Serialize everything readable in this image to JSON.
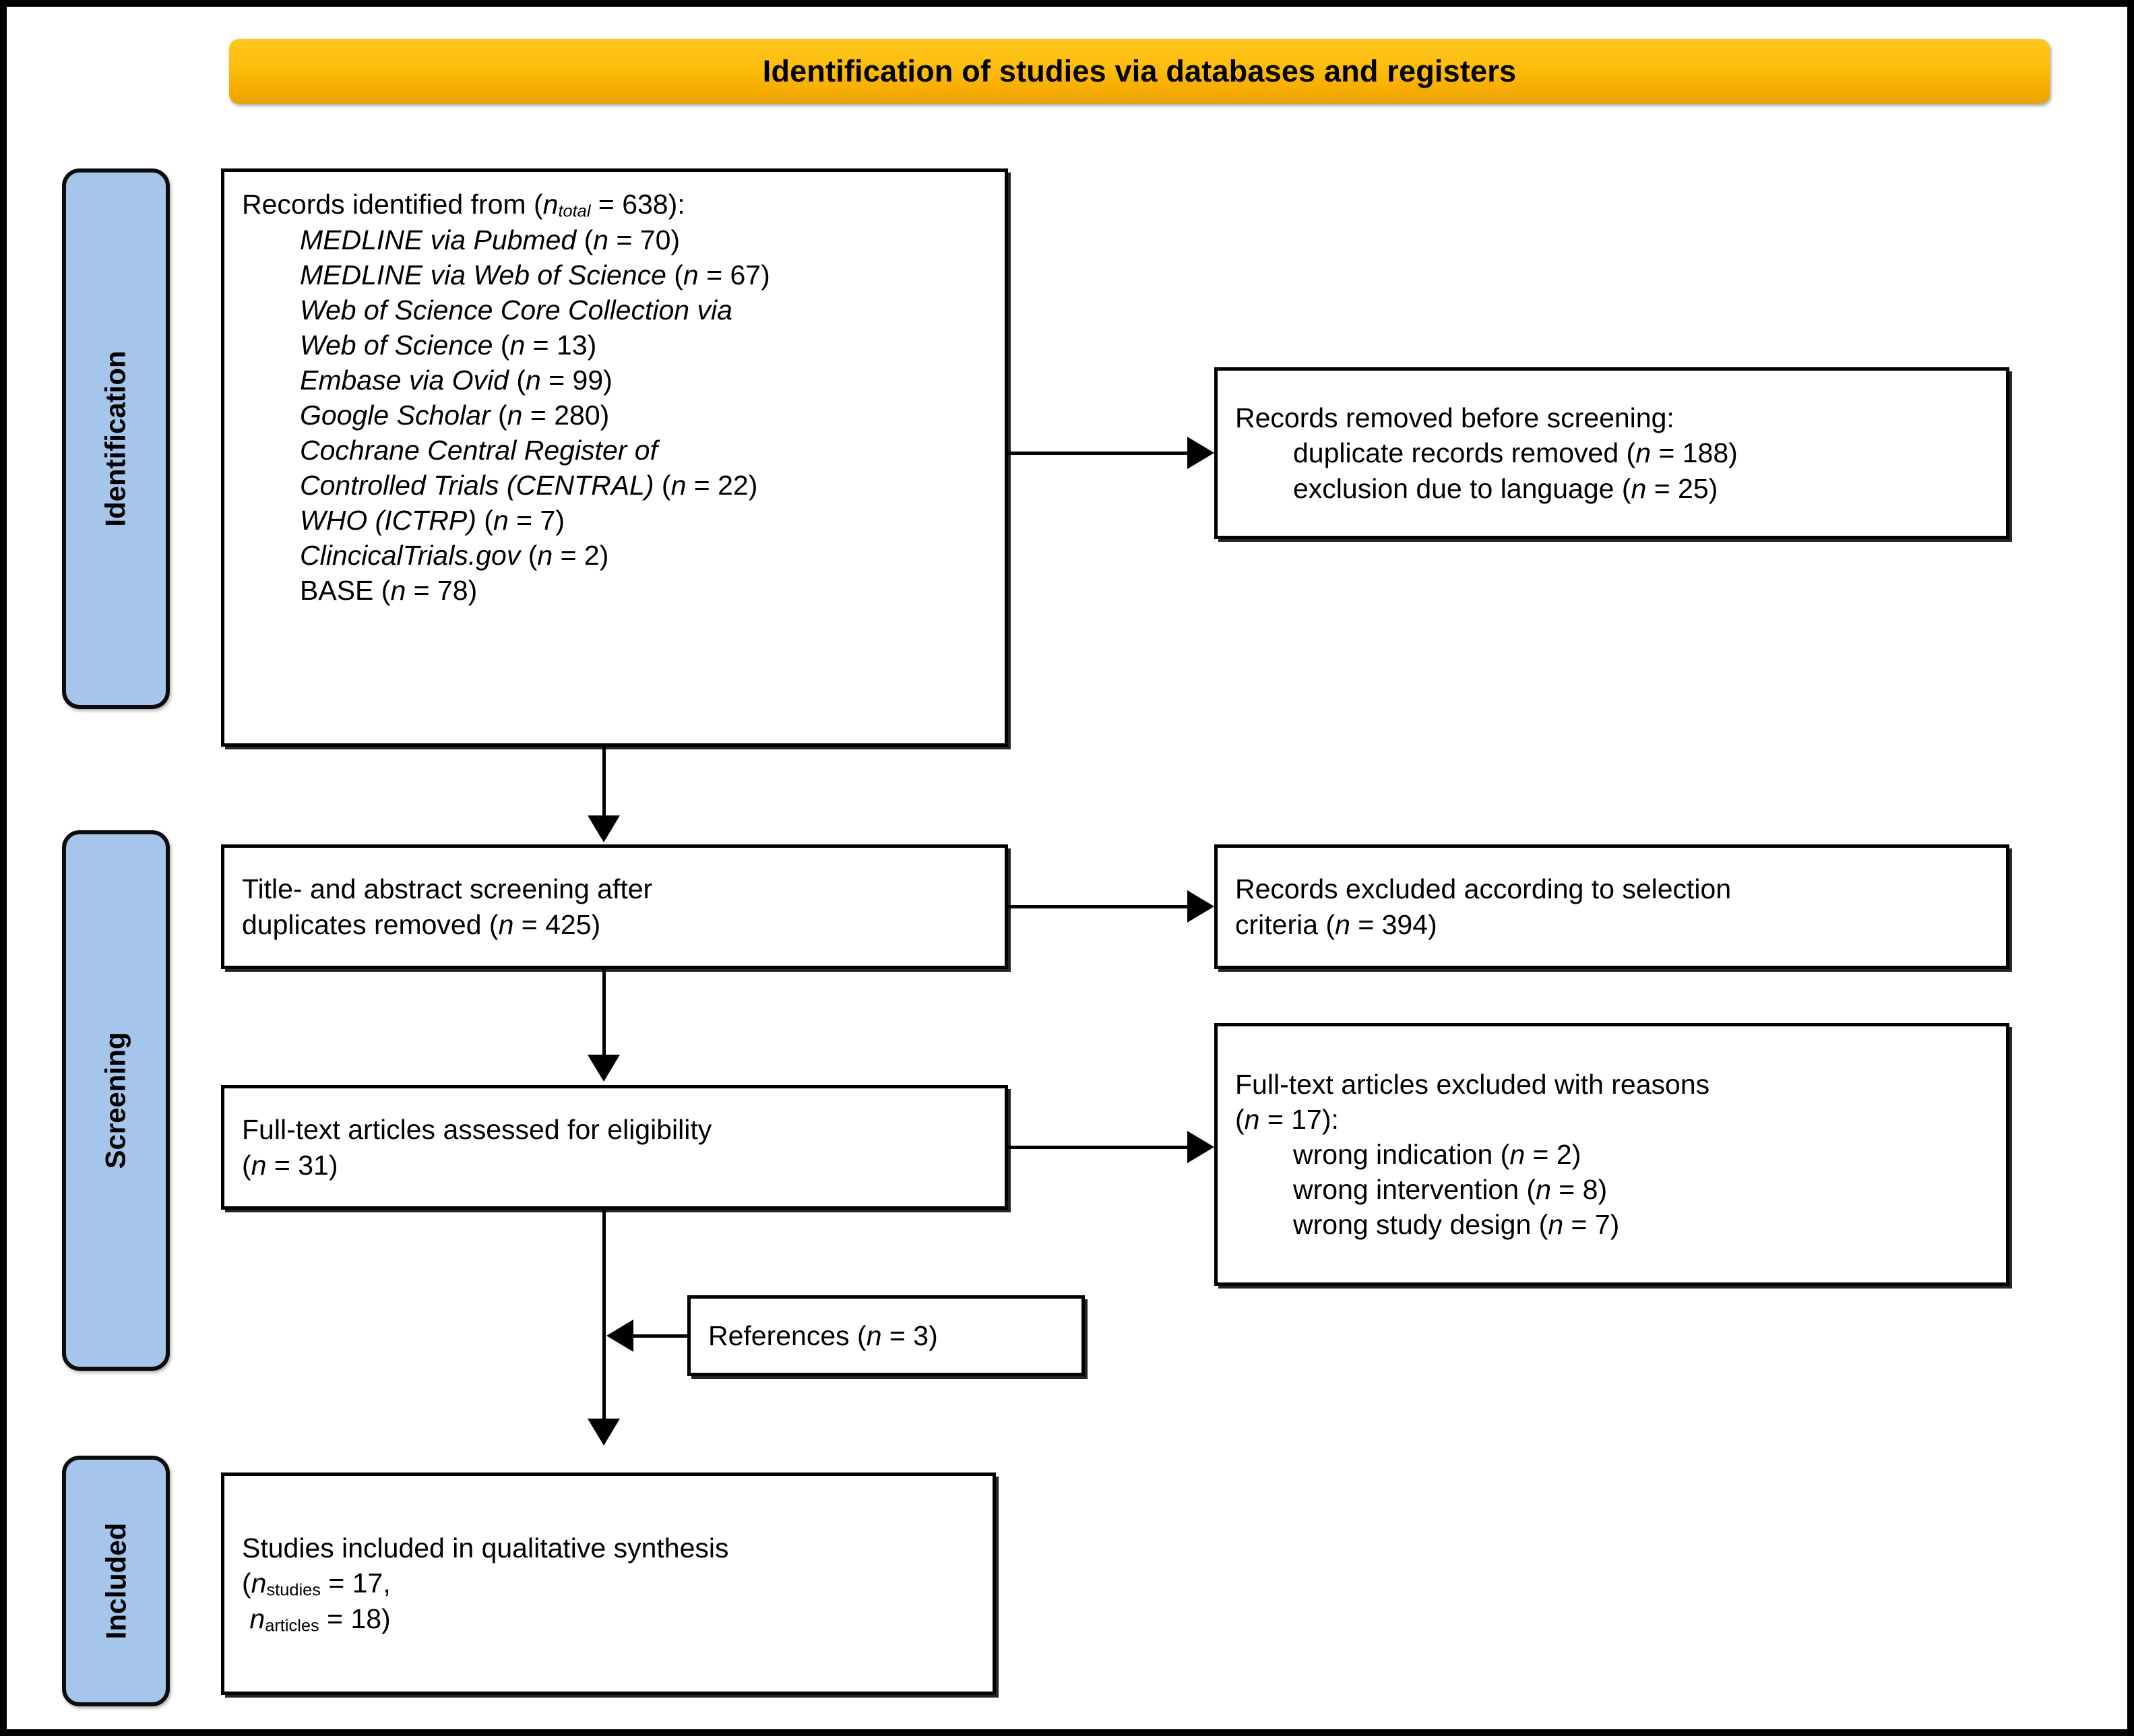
{
  "banner": {
    "title": "Identification of studies via databases and registers"
  },
  "stages": [
    {
      "label": "Identification"
    },
    {
      "label": "Screening"
    },
    {
      "label": "Included"
    }
  ],
  "colors": {
    "banner_fill": "#FDBD0C",
    "stage_fill": "#A5C6EA",
    "border": "#000000",
    "background": "#FFFFFF"
  },
  "boxes": {
    "identified": {
      "heading_prefix": "Records identified from (",
      "heading_n": "n",
      "heading_sub": "total",
      "heading_eq": " = 638):",
      "sources": [
        {
          "name": "MEDLINE",
          "via": " via ",
          "via_name": "Pubmed",
          "n": "70",
          "italic": true
        },
        {
          "name": "MEDLINE",
          "via": " via ",
          "via_name": "Web of Science",
          "n": "67",
          "italic": true
        },
        {
          "name": "Web of Science Core Collection via",
          "via": "",
          "via_name": "",
          "n": "",
          "italic": true
        },
        {
          "name": "Web of Science",
          "via": "",
          "via_name": "",
          "n": "13",
          "italic": true
        },
        {
          "name": "Embase",
          "via": " via ",
          "via_name": "Ovid",
          "n": "99",
          "italic": true
        },
        {
          "name": "Google Scholar",
          "via": "",
          "via_name": "",
          "n": "280",
          "italic": true
        },
        {
          "name": "Cochrane Central Register of",
          "via": "",
          "via_name": "",
          "n": "",
          "italic": true
        },
        {
          "name": "Controlled Trials (CENTRAL)",
          "via": "",
          "via_name": "",
          "n": "22",
          "italic": true
        },
        {
          "name": "WHO (ICTRP)",
          "via": "",
          "via_name": "",
          "n": "7",
          "italic": true
        },
        {
          "name": "ClincicalTrials.gov",
          "via": "",
          "via_name": "",
          "n": "2",
          "italic": true
        },
        {
          "name": "BASE",
          "via": "",
          "via_name": "",
          "n": "78",
          "italic": false
        }
      ]
    },
    "removed": {
      "heading": "Records removed before screening:",
      "items": [
        {
          "text": "duplicate records removed (",
          "n": "188"
        },
        {
          "text": "exclusion due to language (",
          "n": "25"
        }
      ]
    },
    "title_abstract": {
      "line1": "Title- and abstract screening after",
      "line2": "duplicates removed (",
      "n": "425"
    },
    "excluded_selection": {
      "line1": "Records excluded according to selection",
      "line2": "criteria (",
      "n": "394"
    },
    "fulltext_assessed": {
      "line1": "Full-text articles assessed for eligibility",
      "line2_prefix": "(",
      "n": "31"
    },
    "fulltext_excluded": {
      "line1": "Full-text articles excluded with reasons",
      "line2_prefix": "(",
      "n": "17",
      "line2_suffix": "):",
      "reasons": [
        {
          "text": "wrong indication (",
          "n": "2"
        },
        {
          "text": "wrong intervention (",
          "n": "8"
        },
        {
          "text": "wrong study design (",
          "n": "7"
        }
      ]
    },
    "references": {
      "label": "References (",
      "n": "3"
    },
    "included": {
      "line1": "Studies included in qualitative synthesis",
      "n_studies_sub": "studies",
      "n_studies": "17",
      "n_articles_sub": "articles",
      "n_articles": "18"
    }
  }
}
